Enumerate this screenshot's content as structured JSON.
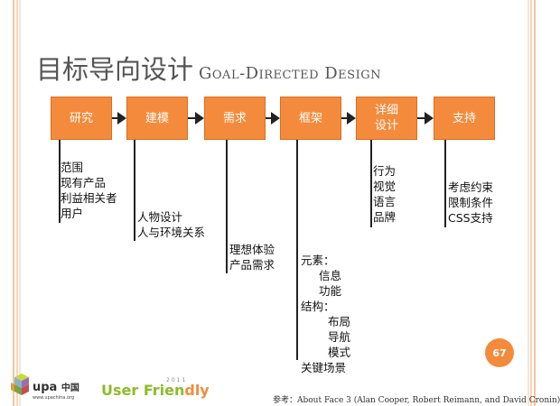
{
  "title": {
    "zh": "目标导向设计",
    "en": "Goal-Directed Design"
  },
  "steps": [
    {
      "label": "研究"
    },
    {
      "label": "建模"
    },
    {
      "label": "需求"
    },
    {
      "label": "框架"
    },
    {
      "label_line1": "详细",
      "label_line2": "设计"
    },
    {
      "label": "支持"
    }
  ],
  "details": {
    "research": [
      "范围",
      "现有产品",
      "利益相关者",
      "用户"
    ],
    "modeling": [
      "人物设计",
      "人与环境关系"
    ],
    "requirements": [
      "理想体验",
      "产品需求"
    ],
    "framework": [
      "元素：",
      "信息",
      "功能",
      "结构：",
      "布局",
      "导航",
      "模式",
      "关键场景"
    ],
    "detailed": [
      "行为",
      "视觉",
      "语言",
      "品牌"
    ],
    "support": [
      "考虑约束",
      "限制条件",
      "CSS支持"
    ]
  },
  "page_number": "67",
  "footer": {
    "upa_logo_text": "upa",
    "upa_china": "中国",
    "upa_url": "www.upachina.org",
    "uf_text_a": "User Frien",
    "uf_text_b": "dly",
    "uf_year": "2011",
    "reference": "参考：About Face 3 (Alan Cooper, Robert Reimann, and David Cronin)"
  },
  "colors": {
    "accent": "#f48b3c",
    "title": "#555555",
    "green": "#8dbb2a"
  }
}
